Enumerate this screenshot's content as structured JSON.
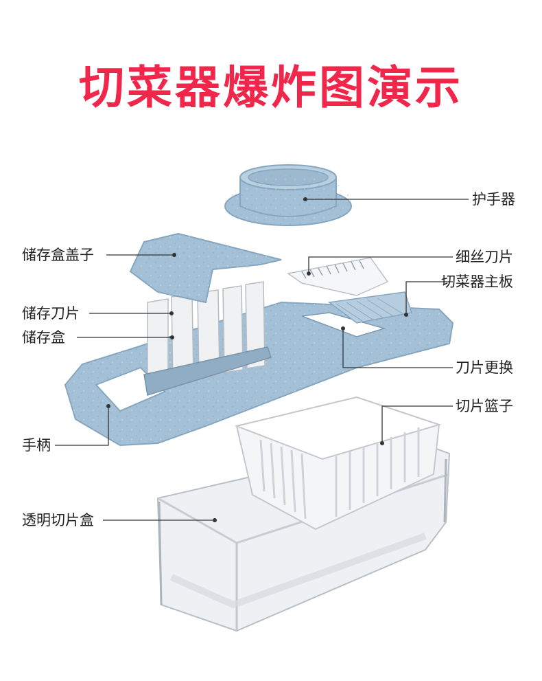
{
  "title": "切菜器爆炸图演示",
  "colors": {
    "title": "#f0264b",
    "body_blue": "#a3c0d6",
    "body_blue_dark": "#86a6c0",
    "body_blue_light": "#bdd3e4",
    "white_part": "#f2f3f5",
    "container": "#e3e6ea",
    "leader_line": "#333333"
  },
  "labels": {
    "hand_guard": "护手器",
    "storage_lid": "储存盒盖子",
    "shred_blade": "细丝刀片",
    "main_board": "切菜器主板",
    "stored_blades": "储存刀片",
    "storage_box": "储存盒",
    "blade_swap": "刀片更换",
    "slice_basket": "切片篮子",
    "handle": "手柄",
    "clear_box": "透明切片盒"
  }
}
